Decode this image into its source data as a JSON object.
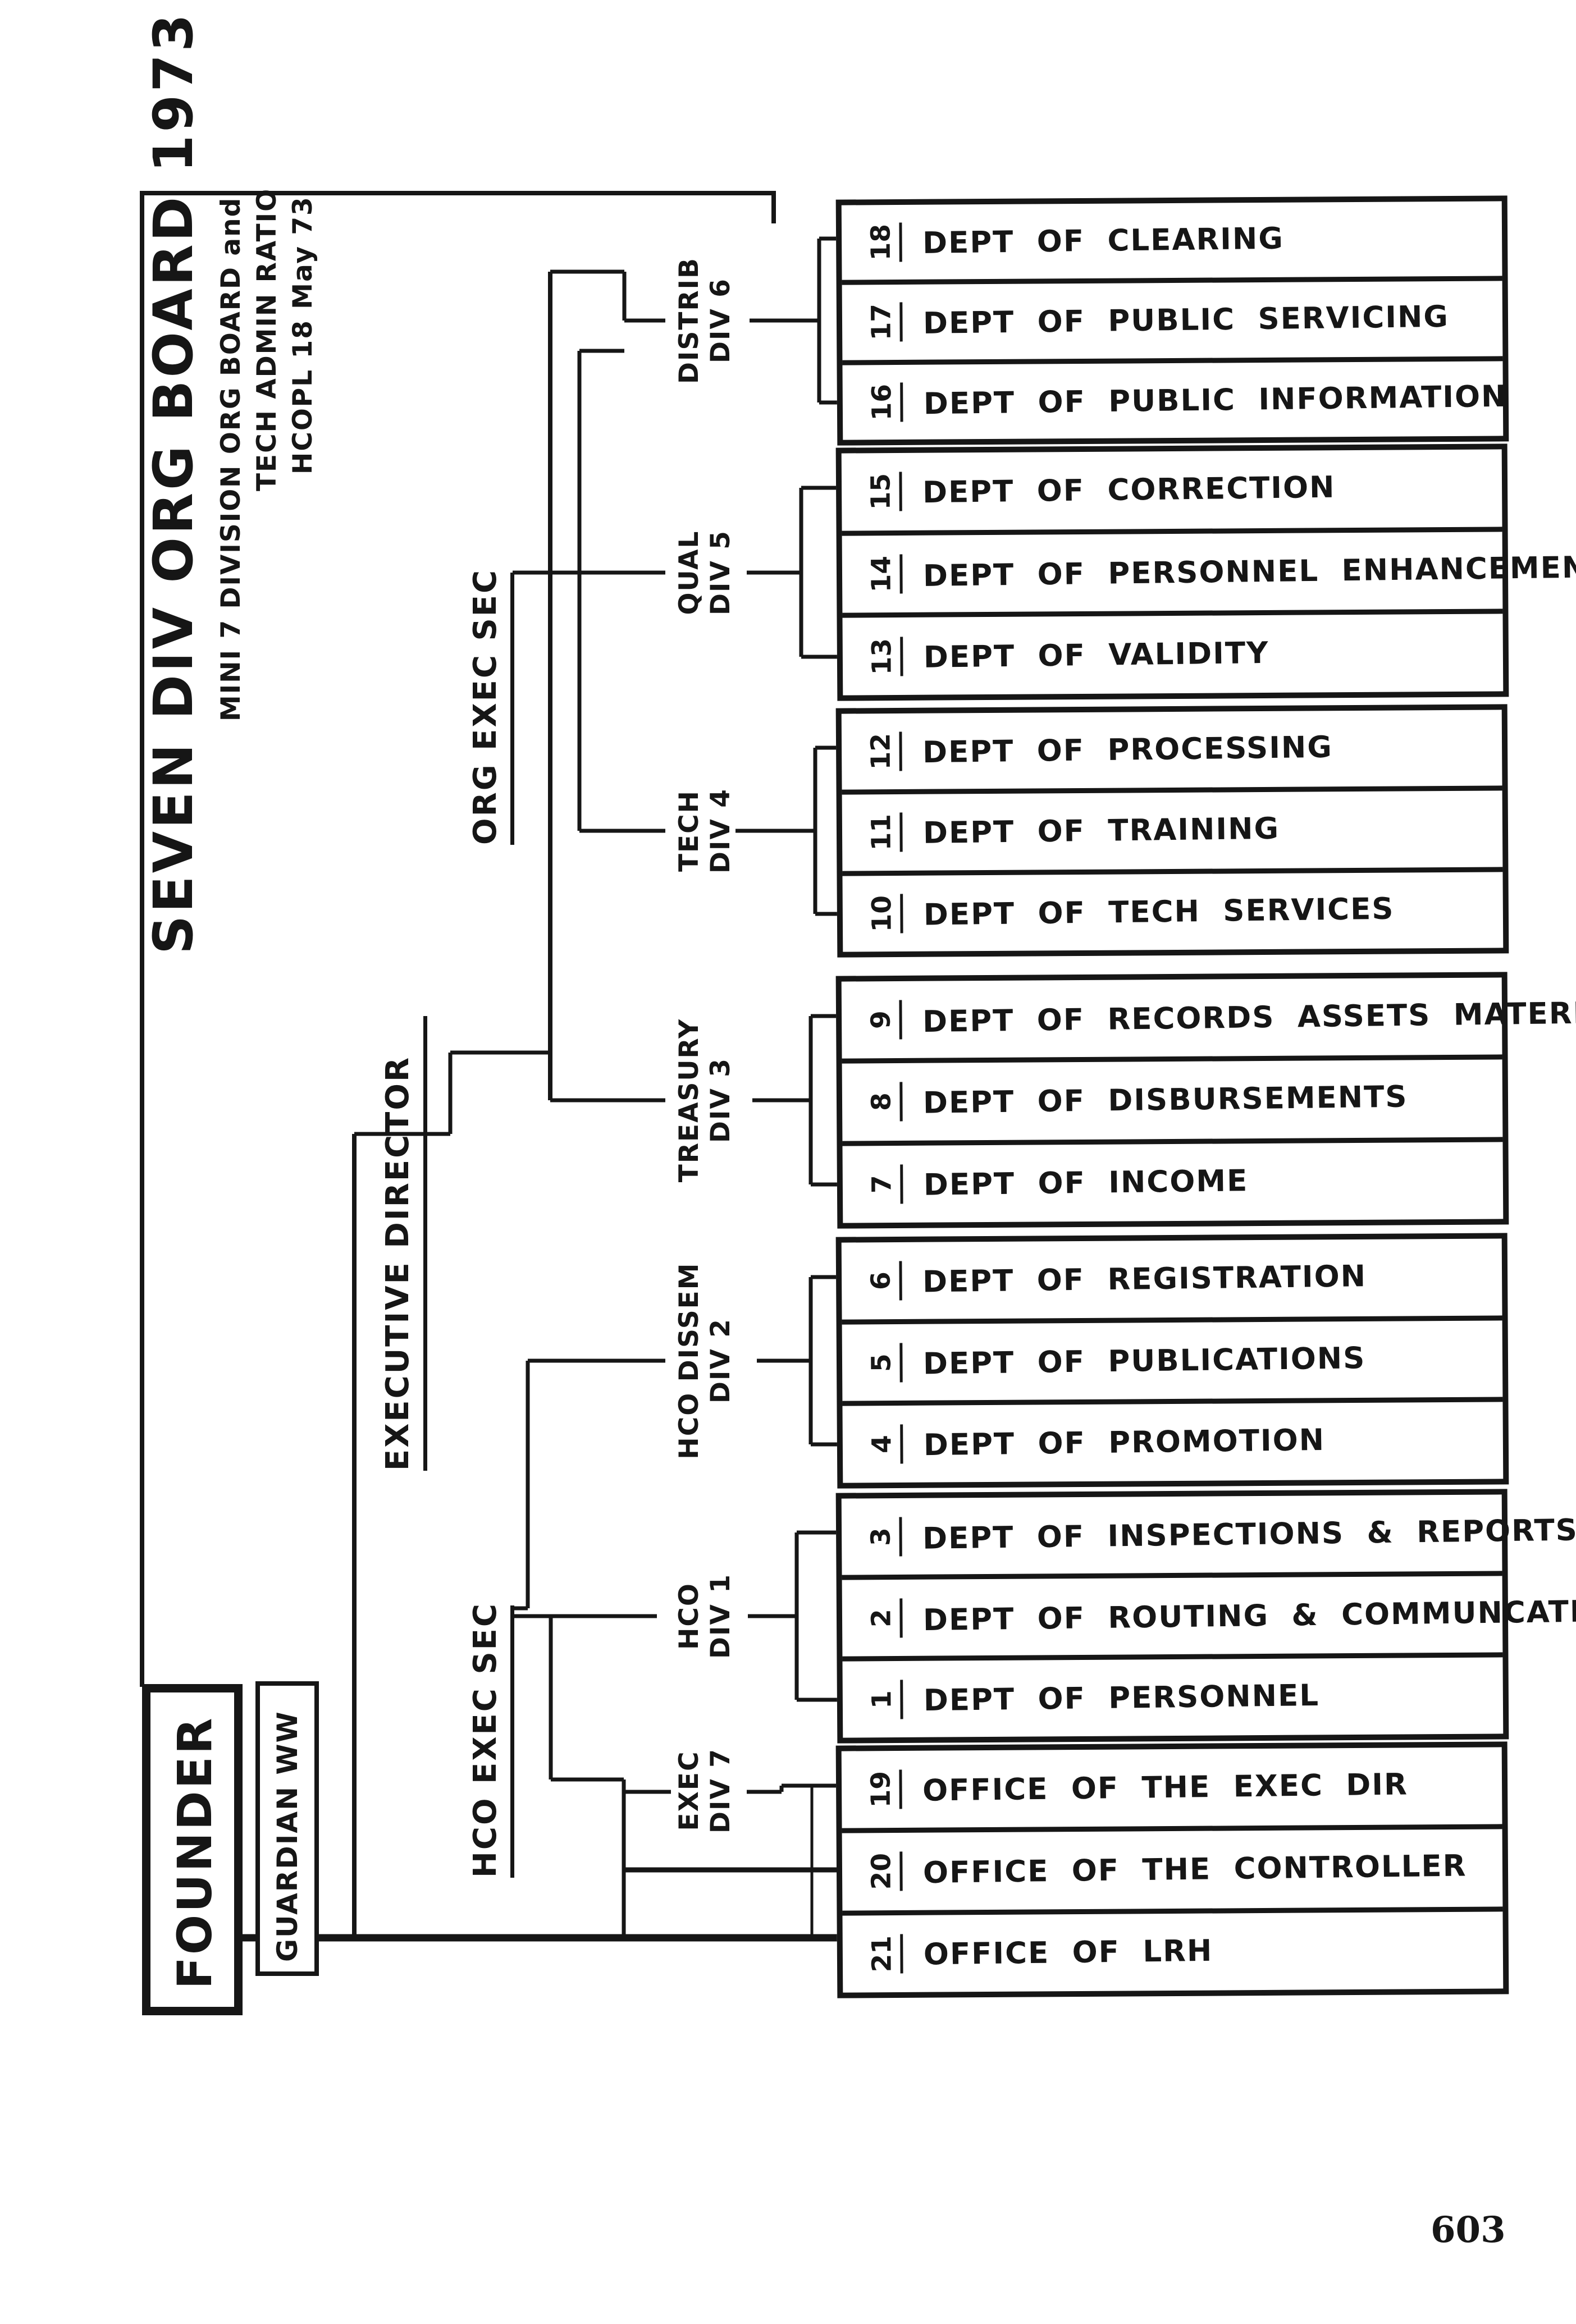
{
  "page": {
    "number": "603",
    "background": "#ffffff",
    "ink": "#161616"
  },
  "title": {
    "main": "SEVEN DIV ORG BOARD 1973",
    "subtitle_lines": [
      "MINI 7 DIVISION ORG BOARD and",
      "TECH ADMIN RATIO",
      "HCOPL 18 May 73"
    ]
  },
  "boxes": {
    "founder": "FOUNDER",
    "guardian": "GUARDIAN WW"
  },
  "executives": {
    "executive_director": "EXECUTIVE DIRECTOR",
    "org_exec_sec": "ORG EXEC SEC",
    "hco_exec_sec": "HCO EXEC SEC"
  },
  "divisions": [
    {
      "name": [
        "DISTRIB",
        "DIV 6"
      ],
      "departments": [
        {
          "num": "18",
          "label": "DEPT OF CLEARING"
        },
        {
          "num": "17",
          "label": "DEPT OF PUBLIC SERVICING"
        },
        {
          "num": "16",
          "label": "DEPT OF PUBLIC INFORMATION"
        }
      ]
    },
    {
      "name": [
        "QUAL",
        "DIV 5"
      ],
      "departments": [
        {
          "num": "15",
          "label": "DEPT OF CORRECTION"
        },
        {
          "num": "14",
          "label": "DEPT OF PERSONNEL ENHANCEMENT"
        },
        {
          "num": "13",
          "label": "DEPT OF VALIDITY"
        }
      ]
    },
    {
      "name": [
        "TECH",
        "DIV 4"
      ],
      "departments": [
        {
          "num": "12",
          "label": "DEPT OF PROCESSING"
        },
        {
          "num": "11",
          "label": "DEPT OF TRAINING"
        },
        {
          "num": "10",
          "label": "DEPT OF TECH SERVICES"
        }
      ]
    },
    {
      "name": [
        "TREASURY",
        "DIV 3"
      ],
      "departments": [
        {
          "num": "9",
          "label": "DEPT OF RECORDS ASSETS MATERIEL"
        },
        {
          "num": "8",
          "label": "DEPT OF DISBURSEMENTS"
        },
        {
          "num": "7",
          "label": "DEPT OF INCOME"
        }
      ]
    },
    {
      "name": [
        "HCO DISSEM",
        "DIV 2"
      ],
      "departments": [
        {
          "num": "6",
          "label": "DEPT OF REGISTRATION"
        },
        {
          "num": "5",
          "label": "DEPT OF PUBLICATIONS"
        },
        {
          "num": "4",
          "label": "DEPT OF PROMOTION"
        }
      ]
    },
    {
      "name": [
        "HCO",
        "DIV 1"
      ],
      "departments": [
        {
          "num": "3",
          "label": "DEPT OF INSPECTIONS & REPORTS"
        },
        {
          "num": "2",
          "label": "DEPT OF ROUTING & COMMUNCATION"
        },
        {
          "num": "1",
          "label": "DEPT OF PERSONNEL"
        }
      ]
    },
    {
      "name": [
        "EXEC",
        "DIV 7"
      ],
      "departments": [
        {
          "num": "19",
          "label": "OFFICE OF THE EXEC DIR"
        },
        {
          "num": "20",
          "label": "OFFICE OF THE CONTROLLER"
        },
        {
          "num": "21",
          "label": "OFFICE OF LRH"
        }
      ]
    }
  ]
}
